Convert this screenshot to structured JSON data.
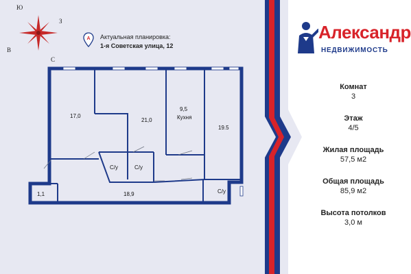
{
  "compass": {
    "north": "С",
    "south": "Ю",
    "east": "В",
    "west": "З"
  },
  "address": {
    "line1": "Актуальная планировка:",
    "line2": "1-я Советская улица, 12"
  },
  "logo": {
    "title": "Александр",
    "subtitle": "НЕДВИЖИМОСТЬ"
  },
  "rooms": {
    "r1": "17,0",
    "r2": "21,0",
    "kitchen_area": "9,5",
    "kitchen_name": "Кухня",
    "r4": "19.5",
    "bath1": "С/у",
    "bath2": "С/у",
    "bath3": "С/у",
    "hall": "18,9",
    "closet": "1,1"
  },
  "info": {
    "rooms_label": "Комнат",
    "rooms_value": "3",
    "floor_label": "Этаж",
    "floor_value": "4/5",
    "living_label": "Жилая площадь",
    "living_value": "57,5 м2",
    "total_label": "Общая площадь",
    "total_value": "85,9 м2",
    "ceiling_label": "Высота потолков",
    "ceiling_value": "3,0 м"
  },
  "colors": {
    "brand_red": "#d8232a",
    "brand_blue": "#1e3a8a",
    "left_bg": "#e7e8f2"
  }
}
